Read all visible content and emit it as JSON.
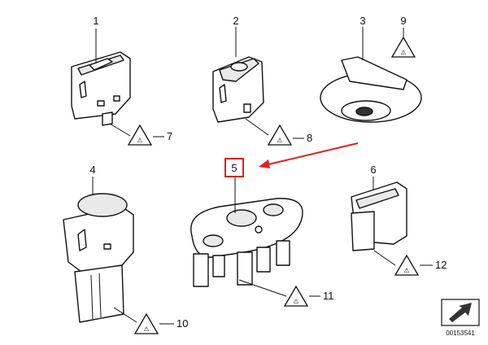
{
  "callouts": {
    "p1": "1",
    "p2": "2",
    "p3": "3",
    "p4": "4",
    "p5": "5",
    "p6": "6",
    "p7": "7",
    "p8": "8",
    "p9": "9",
    "p10": "10",
    "p11": "11",
    "p12": "12"
  },
  "highlight_color": "#e0201c",
  "diagram_code": "00153541",
  "icons": {
    "warning": "note-warning-triangle-icon",
    "navigation": "navigation-arrow-icon"
  }
}
